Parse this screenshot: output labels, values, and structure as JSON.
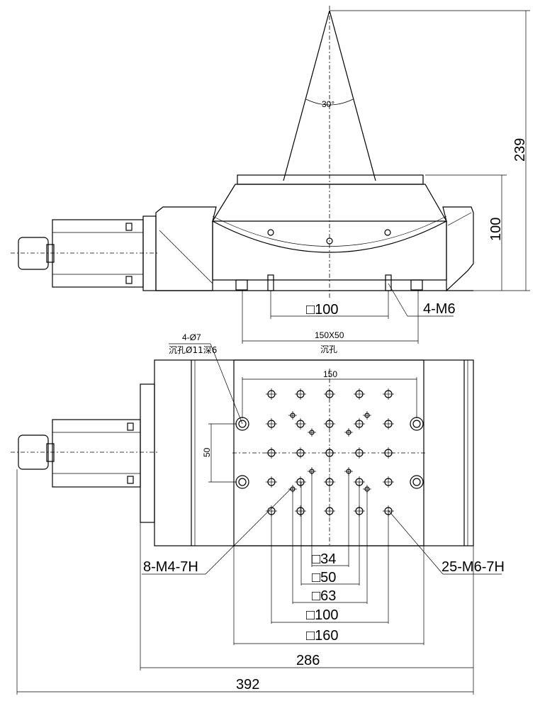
{
  "front_view": {
    "angle_label": "30°",
    "height_total": "239",
    "height_body": "100",
    "square_100": "□100",
    "thread_4m6": "4-M6",
    "span_150x50": "150X50",
    "counterbore_label": "沉孔"
  },
  "top_view": {
    "hole_spec_count": "4-Ø7",
    "hole_spec_cbore": "沉孔Ø11深6",
    "span_150": "150",
    "span_50": "50",
    "m4_label": "8-M4-7H",
    "m6_label": "25-M6-7H",
    "sq_34": "□34",
    "sq_50": "□50",
    "sq_63": "□63",
    "sq_100": "□100",
    "sq_160": "□160",
    "width_286": "286",
    "width_392": "392"
  }
}
